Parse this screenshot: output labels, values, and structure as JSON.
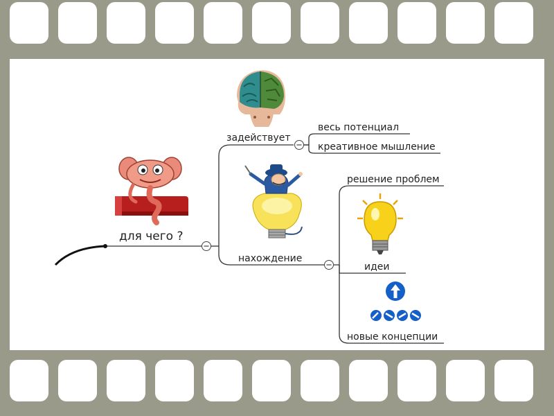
{
  "map": {
    "root": "для чего ?",
    "branch_top": "задействует",
    "branch_top_children": [
      "весь потенциал",
      "креативное мышление"
    ],
    "branch_mid": "нахождение",
    "branch_mid_children": [
      "решение проблем",
      "идеи",
      "новые концепции"
    ]
  },
  "colors": {
    "film": "#9a9a8a",
    "frame": "#ffffff",
    "line": "#333333",
    "bulb": "#f7d11a",
    "concept_blue": "#1560c8"
  },
  "icons": {
    "brain": "brain-image",
    "monster": "monster-on-book-image",
    "plumber": "plumber-with-bulb-image",
    "bulb": "light-bulb-image",
    "concept": "arrow-and-circles-icon"
  }
}
